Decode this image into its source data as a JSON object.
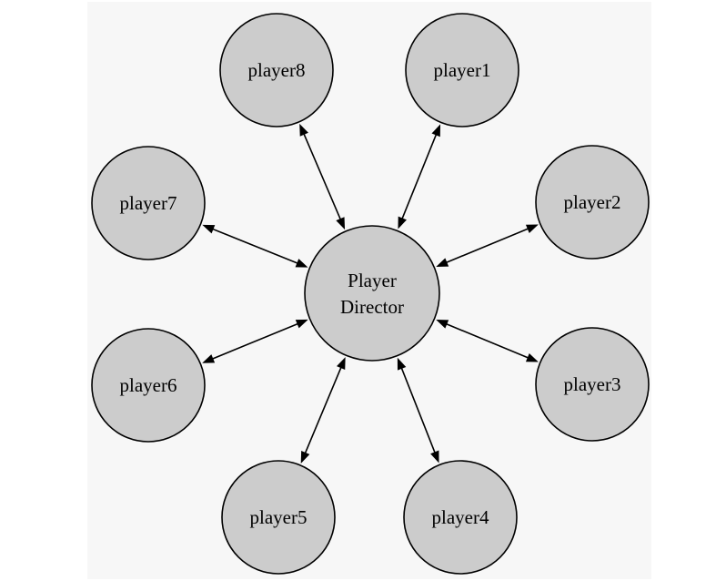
{
  "diagram": {
    "center": {
      "lines": [
        "Player",
        "Director"
      ]
    },
    "players": [
      {
        "id": "player1",
        "label": "player1"
      },
      {
        "id": "player2",
        "label": "player2"
      },
      {
        "id": "player3",
        "label": "player3"
      },
      {
        "id": "player4",
        "label": "player4"
      },
      {
        "id": "player5",
        "label": "player5"
      },
      {
        "id": "player6",
        "label": "player6"
      },
      {
        "id": "player7",
        "label": "player7"
      },
      {
        "id": "player8",
        "label": "player8"
      }
    ],
    "edges": [
      {
        "from": "player-director",
        "to": "player1",
        "direction": "both"
      },
      {
        "from": "player-director",
        "to": "player2",
        "direction": "both"
      },
      {
        "from": "player-director",
        "to": "player3",
        "direction": "both"
      },
      {
        "from": "player-director",
        "to": "player4",
        "direction": "both"
      },
      {
        "from": "player-director",
        "to": "player5",
        "direction": "both"
      },
      {
        "from": "player-director",
        "to": "player6",
        "direction": "both"
      },
      {
        "from": "player-director",
        "to": "player7",
        "direction": "both"
      },
      {
        "from": "player-director",
        "to": "player8",
        "direction": "both"
      }
    ],
    "colors": {
      "node_fill": "#cccccc",
      "node_stroke": "#000000",
      "panel": "#f7f7f7"
    }
  }
}
